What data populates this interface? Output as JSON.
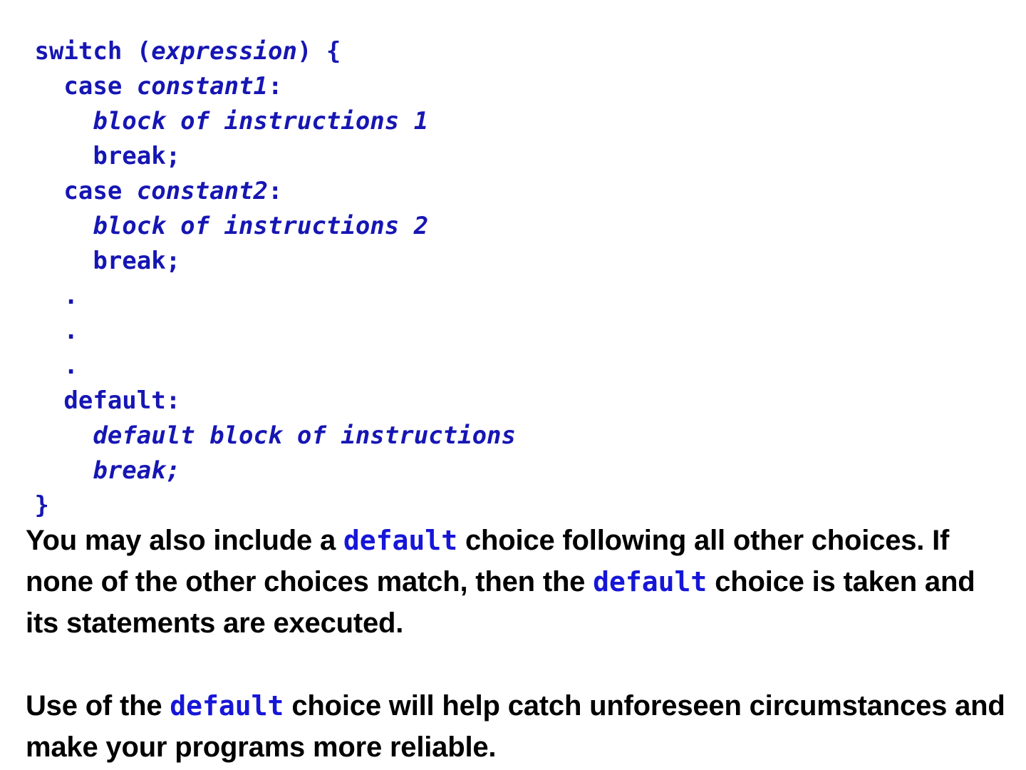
{
  "slide": {
    "background_color": "#ffffff",
    "code_color": "#1616b4",
    "keyword_color": "#1616d8",
    "text_color": "#000000"
  },
  "code": {
    "lines": [
      {
        "indent": 1,
        "parts": [
          {
            "text": "switch (",
            "style": "kw"
          },
          {
            "text": "expression",
            "style": "ital"
          },
          {
            "text": ") {",
            "style": "kw"
          }
        ]
      },
      {
        "indent": 3,
        "parts": [
          {
            "text": "case ",
            "style": "kw"
          },
          {
            "text": "constant1",
            "style": "ital"
          },
          {
            "text": ":",
            "style": "kw"
          }
        ]
      },
      {
        "indent": 5,
        "parts": [
          {
            "text": "block of instructions 1",
            "style": "ital"
          }
        ]
      },
      {
        "indent": 5,
        "parts": [
          {
            "text": "break;",
            "style": "kw"
          }
        ]
      },
      {
        "indent": 3,
        "parts": [
          {
            "text": "case ",
            "style": "kw"
          },
          {
            "text": "constant2",
            "style": "ital"
          },
          {
            "text": ":",
            "style": "kw"
          }
        ]
      },
      {
        "indent": 5,
        "parts": [
          {
            "text": "block of instructions 2",
            "style": "ital"
          }
        ]
      },
      {
        "indent": 5,
        "parts": [
          {
            "text": "break;",
            "style": "kw"
          }
        ]
      },
      {
        "indent": 3,
        "parts": [
          {
            "text": ".",
            "style": "dot"
          }
        ]
      },
      {
        "indent": 3,
        "parts": [
          {
            "text": ".",
            "style": "dot"
          }
        ]
      },
      {
        "indent": 3,
        "parts": [
          {
            "text": ".",
            "style": "dot"
          }
        ]
      },
      {
        "indent": 3,
        "parts": [
          {
            "text": "default:",
            "style": "kw"
          }
        ]
      },
      {
        "indent": 5,
        "parts": [
          {
            "text": "default block of instructions",
            "style": "ital"
          }
        ]
      },
      {
        "indent": 5,
        "parts": [
          {
            "text": "break;",
            "style": "ital"
          }
        ]
      },
      {
        "indent": 1,
        "parts": [
          {
            "text": "}",
            "style": "kw"
          }
        ]
      }
    ]
  },
  "paragraphs": [
    {
      "id": "para-1",
      "runs": [
        {
          "text": "You may also include a ",
          "style": "text"
        },
        {
          "text": "default",
          "style": "mono-kw"
        },
        {
          "text": " choice following all other choices. If none of the other choices match, then the ",
          "style": "text"
        },
        {
          "text": "default",
          "style": "mono-kw"
        },
        {
          "text": " choice is taken and its statements are executed.",
          "style": "text"
        }
      ]
    },
    {
      "id": "para-2",
      "runs": [
        {
          "text": "Use of the ",
          "style": "text"
        },
        {
          "text": "default",
          "style": "mono-kw"
        },
        {
          "text": " choice will help catch unforeseen circumstances and make your programs more reliable.",
          "style": "text"
        }
      ]
    }
  ]
}
